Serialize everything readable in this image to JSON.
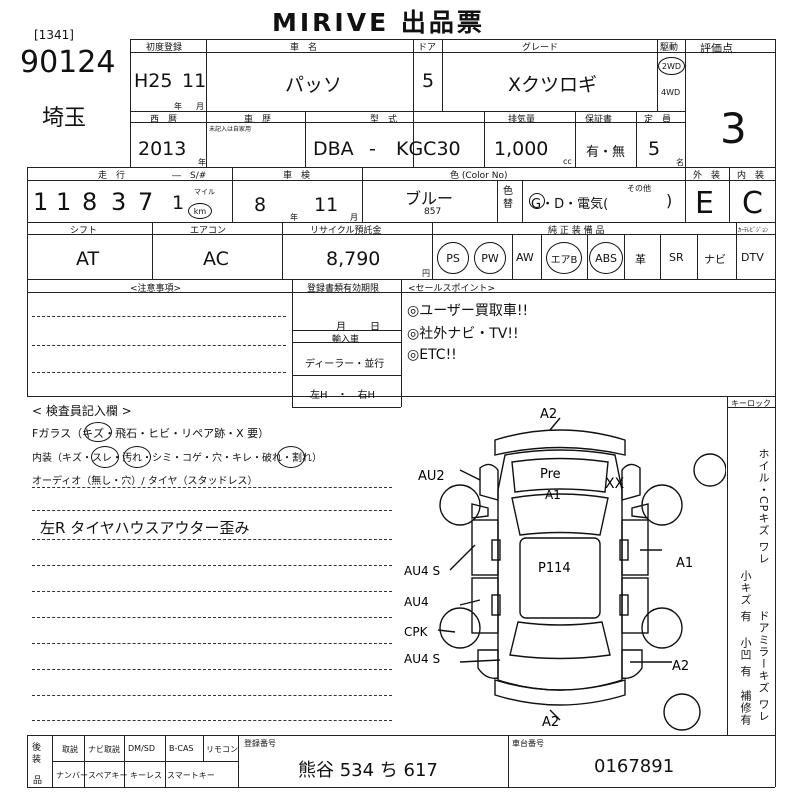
{
  "header": {
    "title": "MIRIVE 出品票",
    "lot_bracket": "[1341]",
    "lot_number": "90124",
    "region": "埼玉"
  },
  "row1": {
    "labels": {
      "first_reg": "初度登録",
      "name": "車　名",
      "doors": "ドア",
      "grade": "グレード",
      "drive": "駆動",
      "score": "評価点"
    },
    "era": "H25",
    "month_val": "11",
    "year_unit": "年",
    "month_unit": "月",
    "car_name": "パッソ",
    "doors": "5",
    "grade": "Xクツロギ",
    "drive_2wd": "2WD",
    "drive_4wd": "4WD",
    "score": "3"
  },
  "row2": {
    "labels": {
      "western": "西　暦",
      "history": "車　歴",
      "model": "型　式",
      "displacement": "排気量",
      "warranty": "保証書",
      "capacity": "定　員"
    },
    "history_note": "未記入は自家用",
    "year": "2013",
    "year_unit": "年",
    "model_prefix": "DBA",
    "model_dash": "-",
    "model_code": "KGC30",
    "displacement": "1,000",
    "cc": "cc",
    "warranty": "有・無",
    "capacity": "5",
    "capacity_unit": "名"
  },
  "row3": {
    "labels": {
      "mileage": "走　行",
      "mileage_sub": "―　S/#",
      "inspection": "車　検",
      "color": "色 (Color No)",
      "exterior": "外　装",
      "interior": "内　装"
    },
    "mileage_digits": [
      "1",
      "1",
      "8",
      "3",
      "7",
      "1"
    ],
    "mile": "マイル",
    "km": "km",
    "insp_year": "8",
    "insp_year_unit": "年",
    "insp_month": "11",
    "insp_month_unit": "月",
    "color": "ブルー",
    "color_no": "857",
    "paint_label": "色替",
    "paint_options": "G・D・電気(",
    "paint_close": ")",
    "paint_other": "その他",
    "exterior": "E",
    "interior": "C"
  },
  "row4": {
    "labels": {
      "shift": "シフト",
      "ac": "エアコン",
      "recycle": "リサイクル預託金",
      "equipment": "純 正 装 備 品",
      "dtv": "ｶｰﾃﾚﾋﾞｼﾞｮﾝ"
    },
    "shift": "AT",
    "ac": "AC",
    "recycle": "8,790",
    "yen": "円",
    "equipment": [
      "PS",
      "PW",
      "AW",
      "エアB",
      "ABS",
      "革",
      "SR",
      "ナビ",
      "DTV"
    ]
  },
  "notes": {
    "caution_label": "<注意事項>",
    "certificate_label": "登録書類有効期限",
    "month": "月",
    "day": "日",
    "import_label": "輸入車",
    "dealer": "ディーラー・並行",
    "steering": "左H　・　右H",
    "sales_label": "<セールスポイント>",
    "sales_points": [
      "◎ユーザー買取車!!",
      "◎社外ナビ・TV!!",
      "◎ETC!!"
    ]
  },
  "inspector": {
    "label": "< 検査員記入欄 >",
    "lines": [
      "Fガラス（キズ・飛石・ヒビ・リペア跡・X 要）",
      "内装（キズ・スレ・汚れ・シミ・コゲ・穴・キレ・破れ・割れ）",
      "オーディオ（無し・穴）/ タイヤ（スタッドレス）"
    ],
    "handwritten": "左R タイヤハウスアウター歪み"
  },
  "diagram": {
    "labels": {
      "top": "A2",
      "front_left": "AU2",
      "pre": "Pre",
      "a1_top": "A1",
      "xx": "XX",
      "center": "P114",
      "right_a1": "A1",
      "au4_1": "AU4 S",
      "au4_2": "AU4",
      "cpk": "CPK",
      "au4_3": "AU4 S",
      "rear_right": "A2",
      "bottom": "A2"
    }
  },
  "right_column": {
    "key_lock": "キーロック",
    "vertical_1": "ホイル・CPキズ ワレ",
    "vertical_2": "ドアミラーキズ ワレ",
    "small_1": "小キズ 有",
    "small_2": "小凹 有",
    "repair": "補修有"
  },
  "footer": {
    "labels": {
      "left": "後装",
      "sub": "品",
      "reg_no": "登録番号",
      "chassis": "車台番号"
    },
    "options_top": [
      "取説",
      "ナビ取説",
      "DM/SD",
      "B-CAS",
      "リモコン"
    ],
    "options_bottom": [
      "ナンバー",
      "スペアキー",
      "キーレス",
      "スマートキー"
    ],
    "plate": "熊谷 534 ち 617",
    "chassis_no": "0167891"
  }
}
